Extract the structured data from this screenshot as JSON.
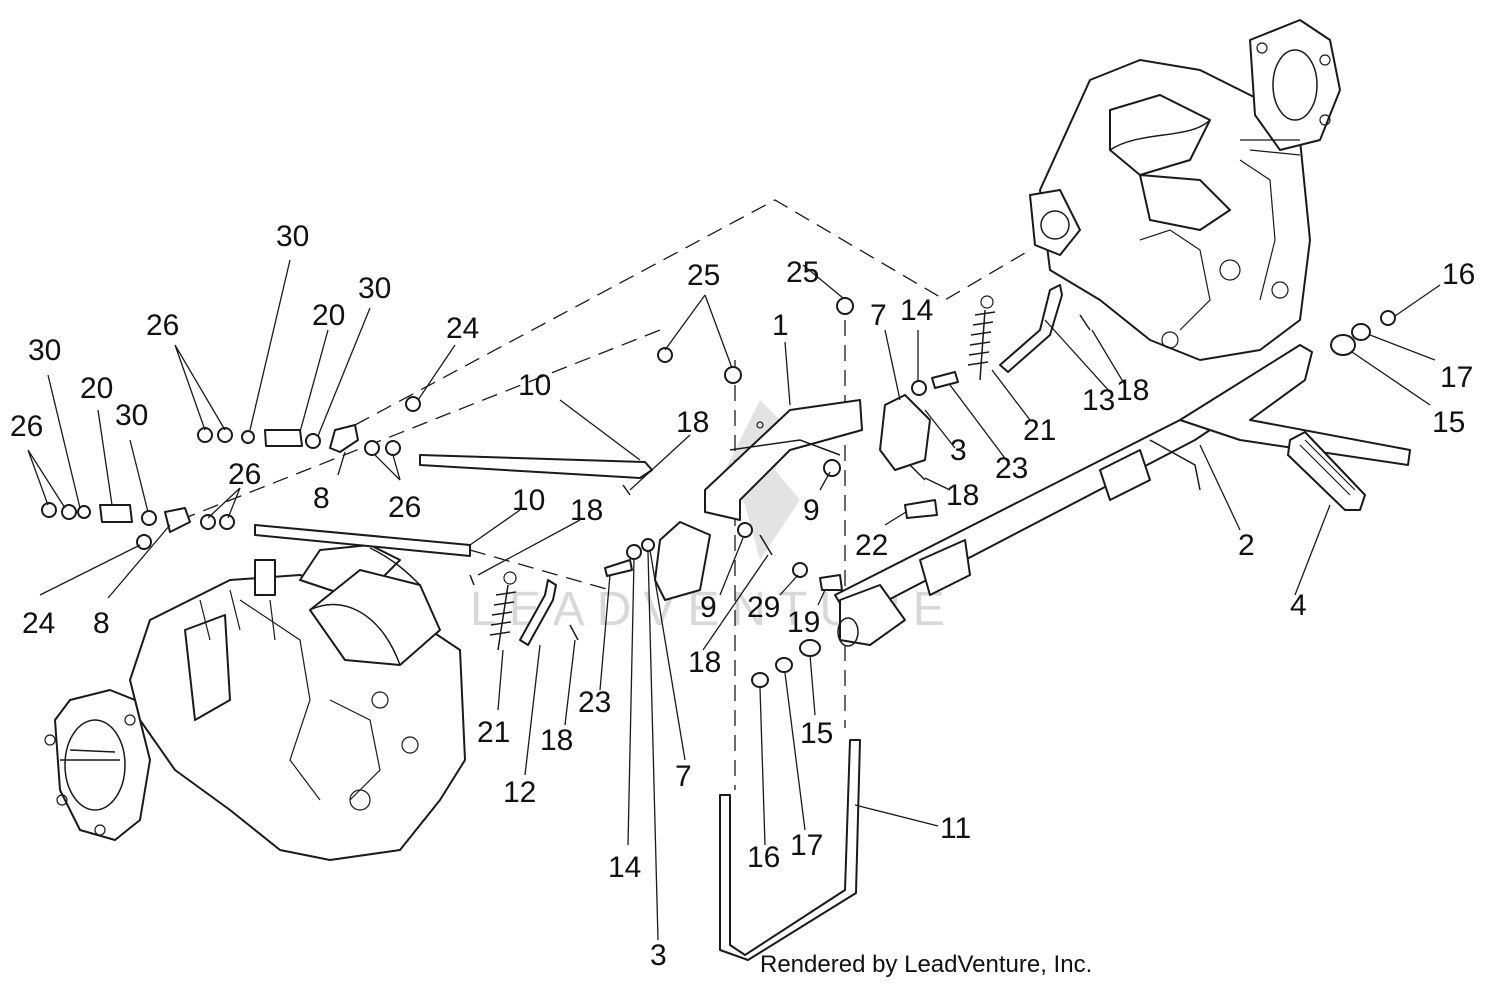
{
  "diagram": {
    "credit": "Rendered by LeadVenture, Inc.",
    "watermark": "LEADVENTURE",
    "callouts": [
      "30",
      "26",
      "20",
      "30",
      "24",
      "30",
      "20",
      "30",
      "26",
      "26",
      "8",
      "26",
      "24",
      "8",
      "10",
      "10",
      "18",
      "18",
      "25",
      "25",
      "1",
      "7",
      "14",
      "9",
      "3",
      "23",
      "21",
      "13",
      "18",
      "16",
      "17",
      "15",
      "2",
      "4",
      "18",
      "22",
      "9",
      "29",
      "19",
      "18",
      "18",
      "23",
      "21",
      "12",
      "7",
      "15",
      "16",
      "17",
      "11",
      "14",
      "3"
    ]
  }
}
